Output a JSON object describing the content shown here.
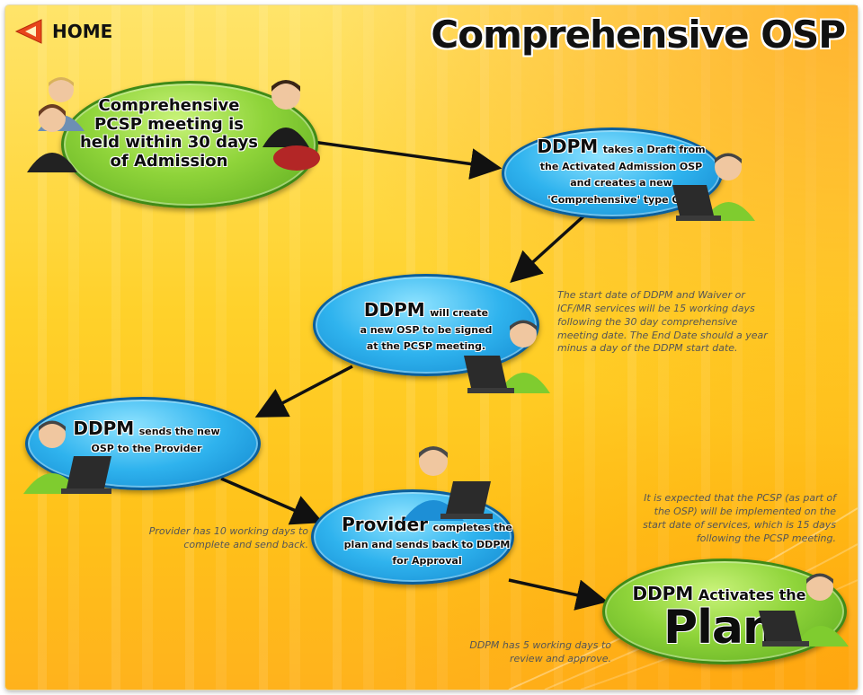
{
  "title": "Comprehensive OSP",
  "home": {
    "label": "HOME"
  },
  "steps": [
    {
      "text": "Comprehensive PCSP meeting is held within 30 days of Admission"
    },
    {
      "lead": "DDPM",
      "text": "takes a Draft from the Activated Admission OSP and creates a new 'Comprehensive' type OSP"
    },
    {
      "lead": "DDPM",
      "text_a": "will create",
      "text_b": "a new OSP to be signed at the PCSP meeting."
    },
    {
      "lead": "DDPM",
      "text_a": "sends the new",
      "text_b": "OSP to the Provider"
    },
    {
      "lead": "Provider",
      "text_a": "completes the",
      "text_b": "plan and sends back to DDPM for Approval"
    },
    {
      "lead": "DDPM",
      "text_a": "Activates the",
      "big": "Plan"
    }
  ],
  "notes": {
    "start_date": "The start date of DDPM and Waiver or ICF/MR services will be 15 working days following the 30 day comprehensive meeting date. The End Date should a year minus a day of the DDPM start date.",
    "provider": "Provider has 10 working days to complete and send back.",
    "implemented": "It is expected that the PCSP (as part of the OSP) will be implemented on the start date of services, which is 15 days following the PCSP meeting.",
    "approve": "DDPM has 5 working days to review and approve."
  },
  "colors": {
    "green": "#8fd43a",
    "blue": "#2fb3ee",
    "accent": "#e8451b",
    "background": "#ffd12a"
  }
}
